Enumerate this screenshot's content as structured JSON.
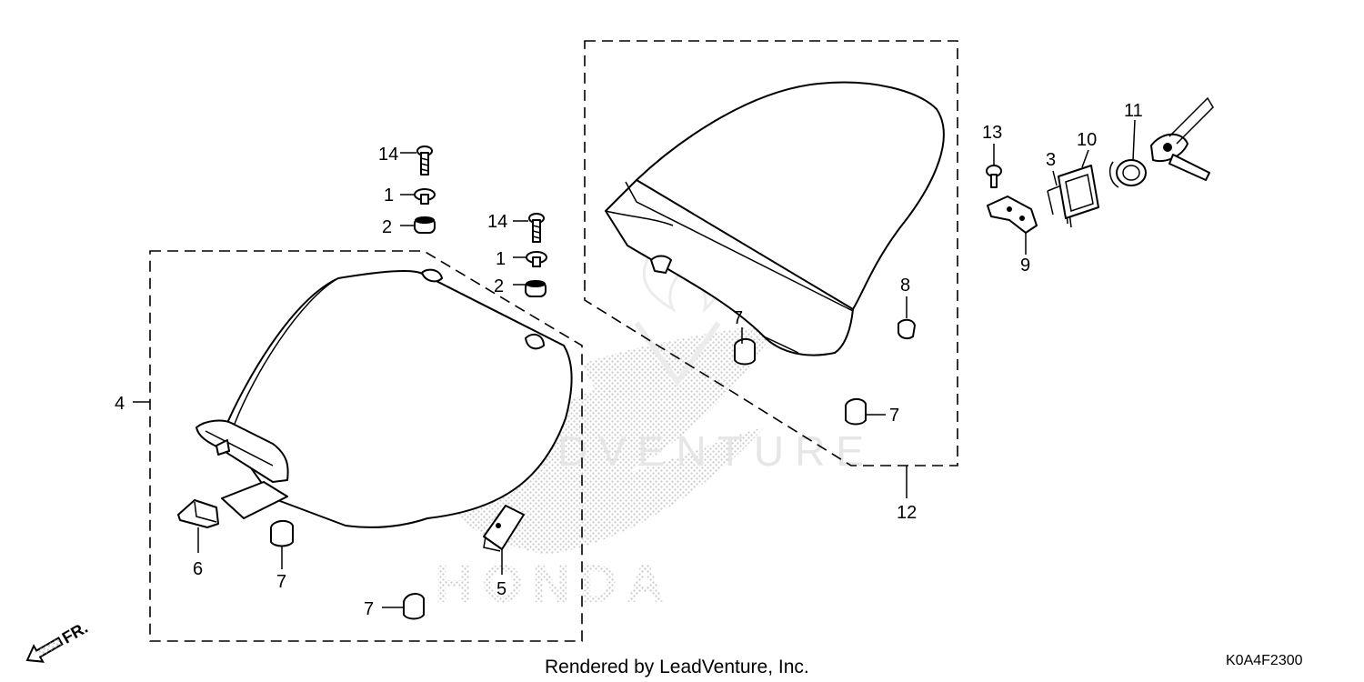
{
  "watermark": {
    "text": "LEADVENTURE",
    "brand": "HONDA"
  },
  "front_indicator": {
    "label": "FR.",
    "icon": "front-direction-arrow-icon"
  },
  "callouts": {
    "p1a": "1",
    "p1b": "1",
    "p2a": "2",
    "p2b": "2",
    "p3": "3",
    "p4": "4",
    "p5": "5",
    "p6": "6",
    "p7a": "7",
    "p7b": "7",
    "p7c": "7",
    "p7d": "7",
    "p8": "8",
    "p9": "9",
    "p10": "10",
    "p11": "11",
    "p12": "12",
    "p13": "13",
    "p14a": "14",
    "p14b": "14"
  },
  "footer": {
    "credit": "Rendered by LeadVenture, Inc.",
    "diagram_code": "K0A4F2300"
  },
  "colors": {
    "line": "#000000",
    "watermark": "#d0d0d0",
    "background": "#ffffff"
  }
}
